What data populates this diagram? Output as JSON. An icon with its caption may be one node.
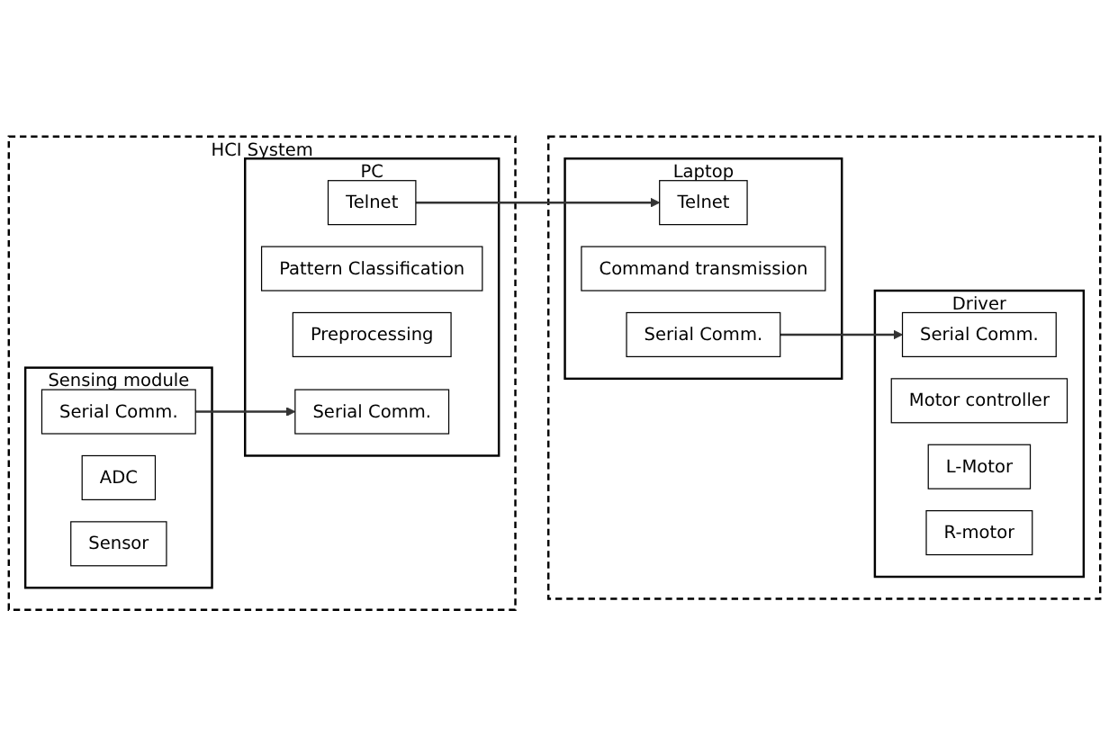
{
  "diagram": {
    "nodes": [
      {
        "text": [
          "HCI System"
        ]
      },
      {
        "text": [
          "PC"
        ],
        "in": 0
      },
      {
        "text": [
          "Telnet"
        ],
        "in": 1
      },
      {
        "text": [
          "Pattern Classification"
        ],
        "in": 1
      },
      {
        "text": [
          "Preprocessing"
        ],
        "in": 1
      },
      {
        "text": [
          "Serial Comm."
        ],
        "in": 1
      },
      {
        "text": [
          "Sensing module"
        ],
        "in": 0
      },
      {
        "text": [
          "Serial Comm."
        ],
        "in": 6
      },
      {
        "text": [
          "ADC"
        ],
        "in": 6
      },
      {
        "text": [
          "Sensor"
        ],
        "in": 6
      },
      {
        "text": [],
        "shape": "box"
      },
      {
        "text": [
          "Laptop"
        ],
        "in": 10
      },
      {
        "text": [
          "Telnet"
        ],
        "in": 11
      },
      {
        "text": [
          "Command transmission"
        ],
        "in": 11
      },
      {
        "text": [
          "Serial Comm."
        ],
        "in": 11
      },
      {
        "text": [
          "Driver"
        ],
        "in": 10
      },
      {
        "text": [
          "Serial Comm."
        ],
        "in": 15
      },
      {
        "text": [
          "Motor controller"
        ],
        "in": 15
      },
      {
        "text": [
          "L-Motor"
        ],
        "in": 15
      },
      {
        "text": [
          "R-motor"
        ],
        "in": 15
      }
    ],
    "edges": [
      {
        "from": 2,
        "to": 12,
        "arrow": "to"
      },
      {
        "from": 7,
        "to": 5,
        "arrow": "to"
      },
      {
        "from": 14,
        "to": 16,
        "arrow": "to"
      }
    ]
  }
}
